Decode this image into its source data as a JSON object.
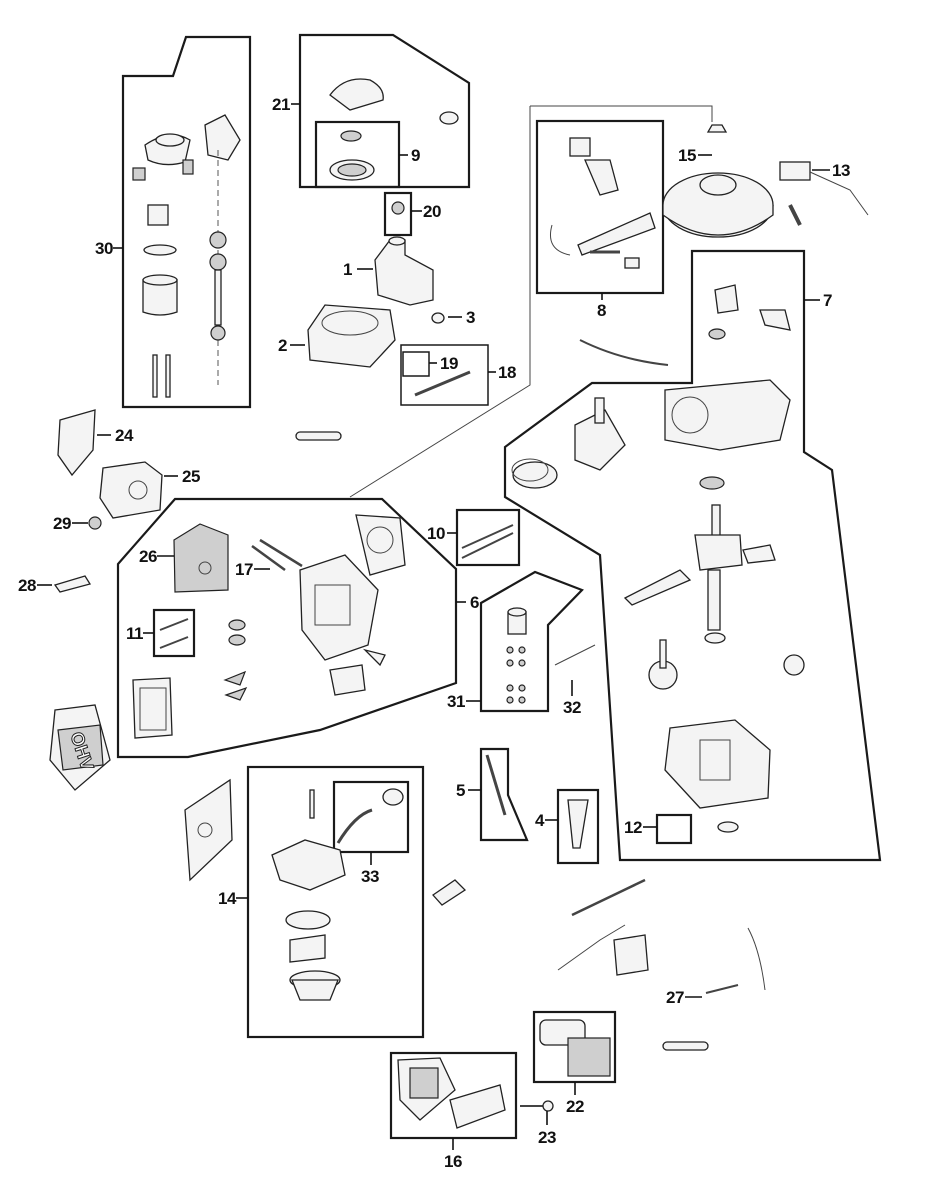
{
  "diagram": {
    "type": "exploded-parts-diagram",
    "subject": "small gasoline engine (OHV)",
    "callouts": [
      {
        "id": "1",
        "label": "1"
      },
      {
        "id": "2",
        "label": "2"
      },
      {
        "id": "3",
        "label": "3"
      },
      {
        "id": "4",
        "label": "4"
      },
      {
        "id": "5",
        "label": "5"
      },
      {
        "id": "6",
        "label": "6"
      },
      {
        "id": "7",
        "label": "7"
      },
      {
        "id": "8",
        "label": "8"
      },
      {
        "id": "9",
        "label": "9"
      },
      {
        "id": "10",
        "label": "10"
      },
      {
        "id": "11",
        "label": "11"
      },
      {
        "id": "12",
        "label": "12"
      },
      {
        "id": "13",
        "label": "13"
      },
      {
        "id": "14",
        "label": "14"
      },
      {
        "id": "15",
        "label": "15"
      },
      {
        "id": "16",
        "label": "16"
      },
      {
        "id": "17",
        "label": "17"
      },
      {
        "id": "18",
        "label": "18"
      },
      {
        "id": "19",
        "label": "19"
      },
      {
        "id": "20",
        "label": "20"
      },
      {
        "id": "21",
        "label": "21"
      },
      {
        "id": "22",
        "label": "22"
      },
      {
        "id": "23",
        "label": "23"
      },
      {
        "id": "24",
        "label": "24"
      },
      {
        "id": "25",
        "label": "25"
      },
      {
        "id": "26",
        "label": "26"
      },
      {
        "id": "27",
        "label": "27"
      },
      {
        "id": "28",
        "label": "28"
      },
      {
        "id": "29",
        "label": "29"
      },
      {
        "id": "30",
        "label": "30"
      },
      {
        "id": "31",
        "label": "31"
      },
      {
        "id": "32",
        "label": "32"
      },
      {
        "id": "33",
        "label": "33"
      }
    ],
    "valve_cover_text": "OHV"
  }
}
